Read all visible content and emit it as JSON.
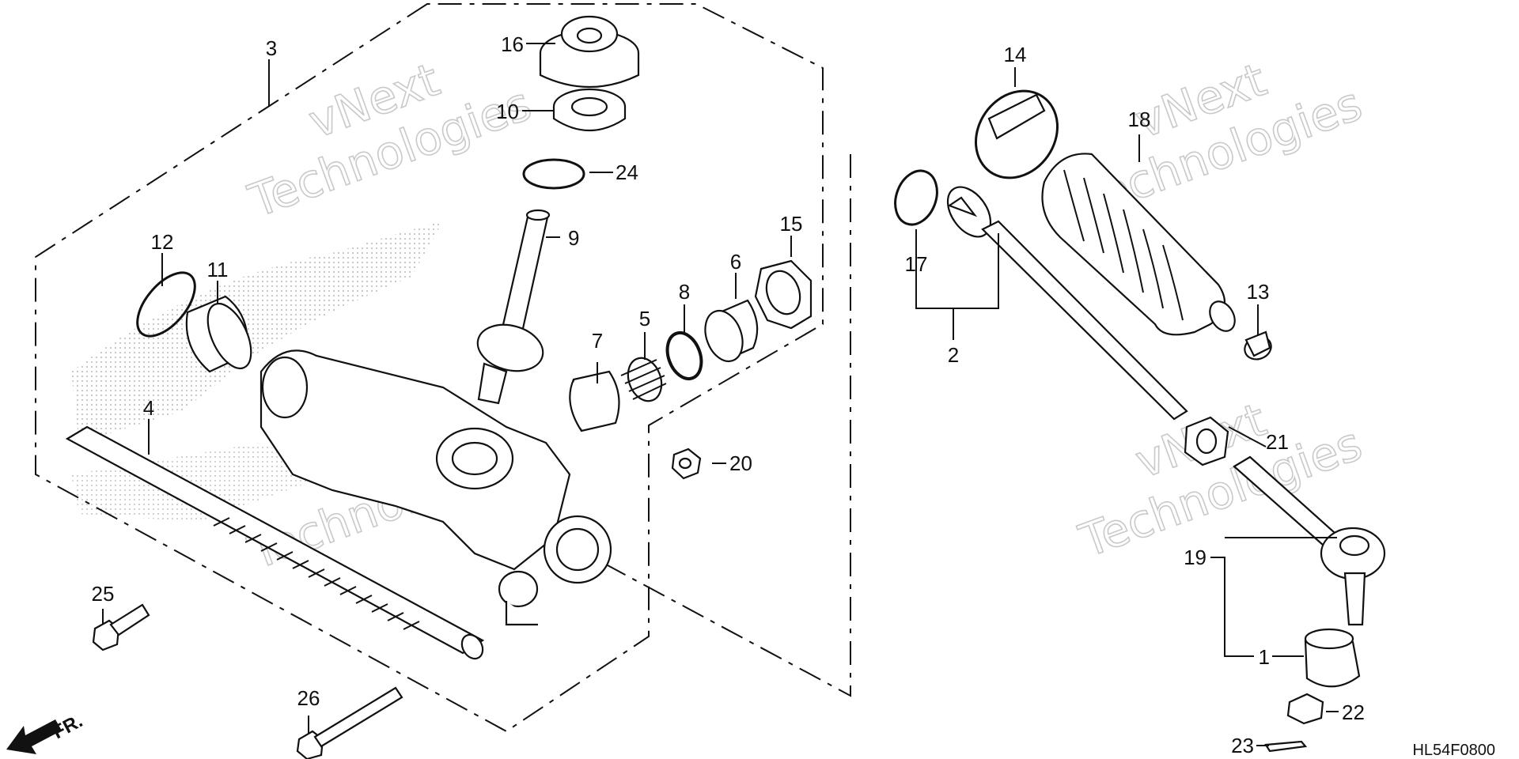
{
  "diagram": {
    "watermark": {
      "line1": "vNext",
      "line2": "Technologies"
    },
    "drawing_code": "HL54F0800",
    "front_indicator": "FR.",
    "callouts": [
      "1",
      "2",
      "3",
      "4",
      "5",
      "6",
      "7",
      "8",
      "9",
      "10",
      "11",
      "12",
      "13",
      "14",
      "15",
      "16",
      "17",
      "18",
      "19",
      "20",
      "21",
      "22",
      "23",
      "24",
      "25",
      "26"
    ],
    "colors": {
      "stroke": "#111111",
      "watermark": "#c9c9c9",
      "shading": "#9a9a9a"
    }
  }
}
